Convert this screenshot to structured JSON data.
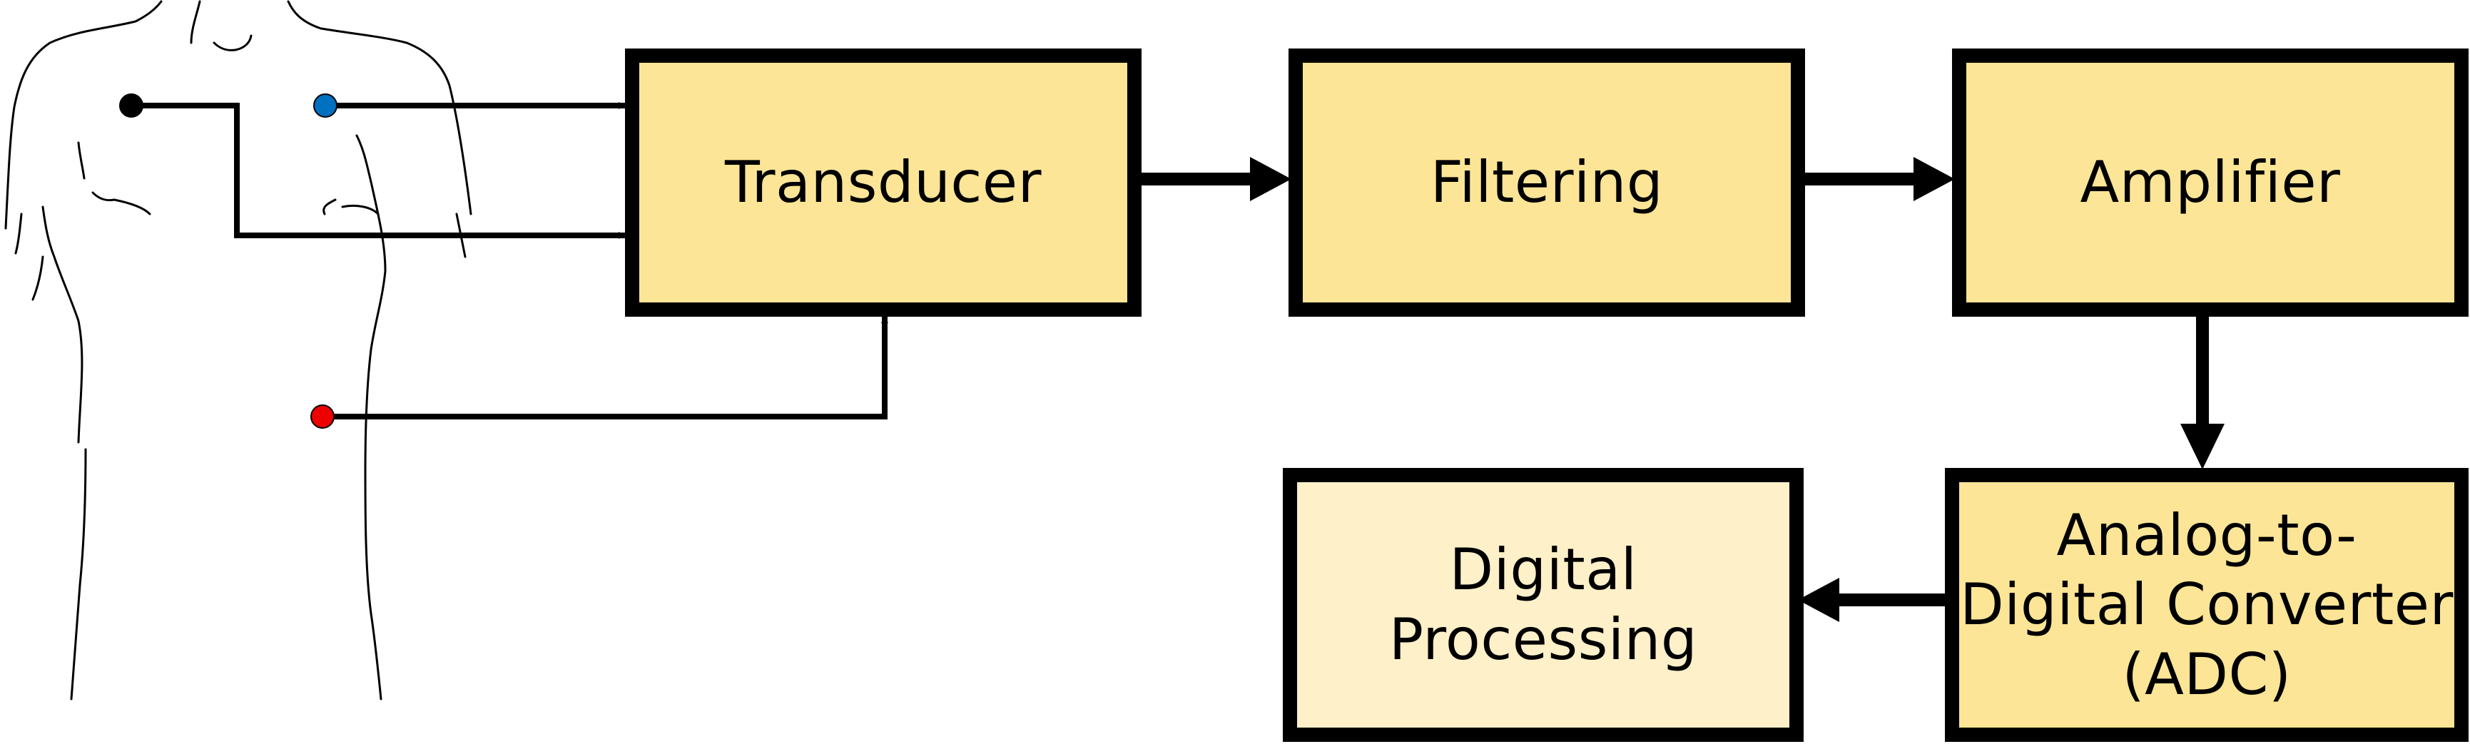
{
  "colors": {
    "block_fill": "#fce596",
    "block_fill_light": "#fef0c9",
    "border": "#000000",
    "electrode_black": "#000000",
    "electrode_blue": "#0070c0",
    "electrode_red": "#ee0000"
  },
  "blocks": {
    "transducer": "Transducer",
    "filtering": "Filtering",
    "amplifier": "Amplifier",
    "adc": [
      "Analog-to-",
      "Digital Converter",
      "(ADC)"
    ],
    "digital_processing": [
      "Digital",
      "Processing"
    ]
  },
  "figure": {
    "torso": "human-torso-outline",
    "electrodes": [
      "black-electrode",
      "blue-electrode",
      "red-electrode"
    ]
  }
}
